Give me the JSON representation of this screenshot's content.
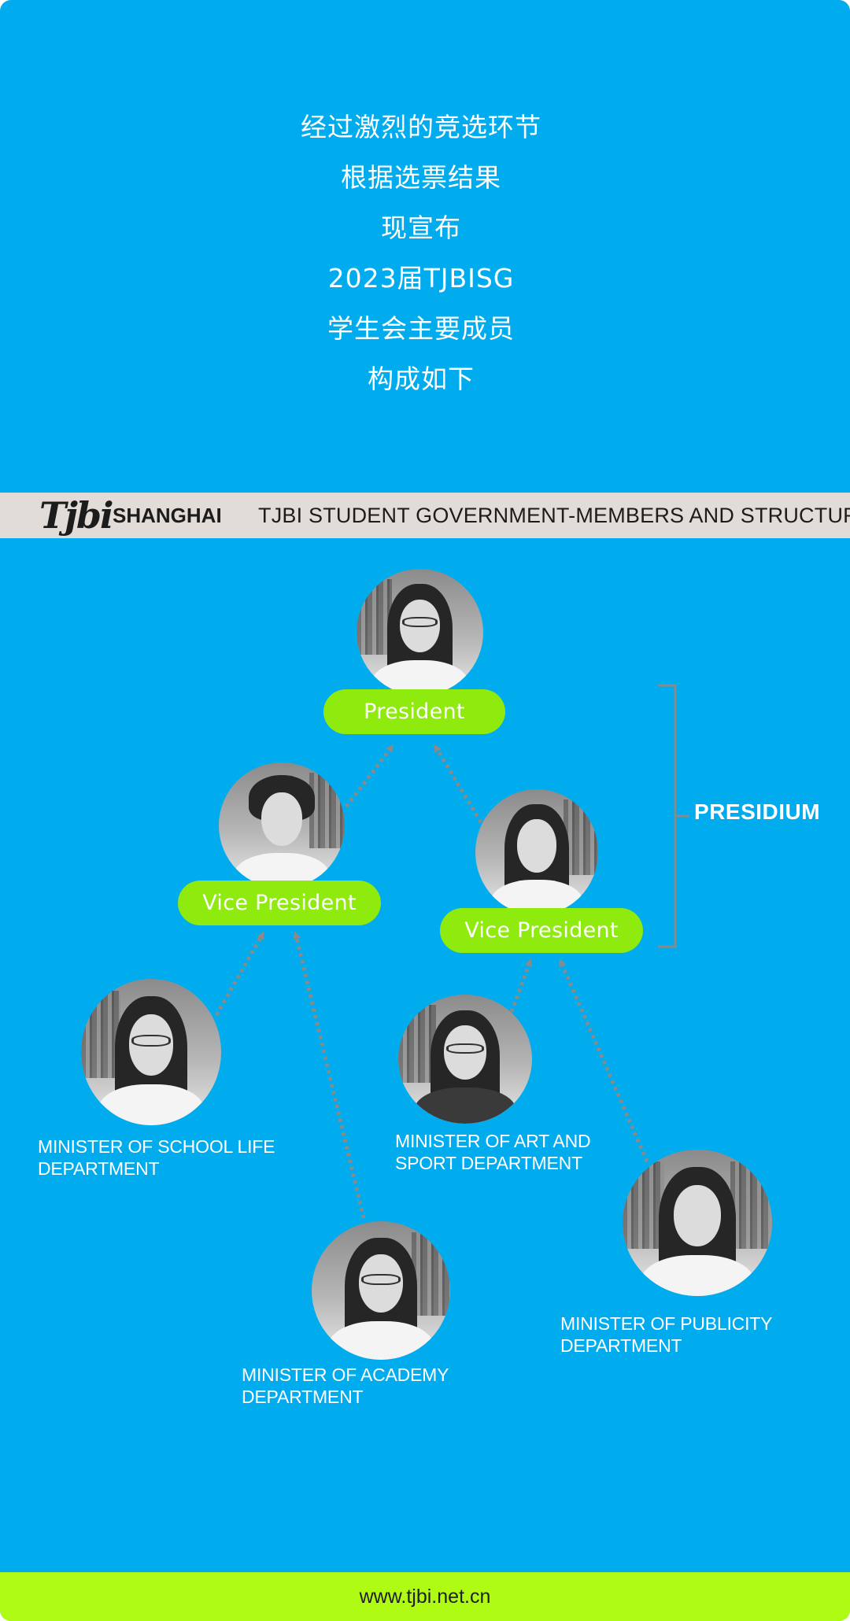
{
  "intro": {
    "lines": [
      "经过激烈的竞选环节",
      "根据选票结果",
      "现宣布",
      "2023届TJBISG",
      "学生会主要成员",
      "构成如下"
    ]
  },
  "banner": {
    "logo_script": "Tjbi",
    "logo_city": "SHANGHAI",
    "title": "TJBI STUDENT GOVERNMENT-MEMBERS AND STRUCTURE"
  },
  "presidium": {
    "label": "PRESIDIUM"
  },
  "members": {
    "president": {
      "title": "President"
    },
    "vp_left": {
      "title": "Vice President"
    },
    "vp_right": {
      "title": "Vice President"
    },
    "school_life": {
      "title": "MINISTER OF SCHOOL LIFE\nDEPARTMENT"
    },
    "academy": {
      "title": "MINISTER OF ACADEMY\nDEPARTMENT"
    },
    "art_sport": {
      "title": "MINISTER OF ART AND\nSPORT DEPARTMENT"
    },
    "publicity": {
      "title": "MINISTER OF PUBLICITY\nDEPARTMENT"
    }
  },
  "footer": {
    "url": "www.tjbi.net.cn"
  },
  "colors": {
    "background": "#00aced",
    "pill": "#8fea0e",
    "footer": "#b0fb13",
    "banner": "#e1dcd8",
    "connector": "#8a8a8a"
  }
}
